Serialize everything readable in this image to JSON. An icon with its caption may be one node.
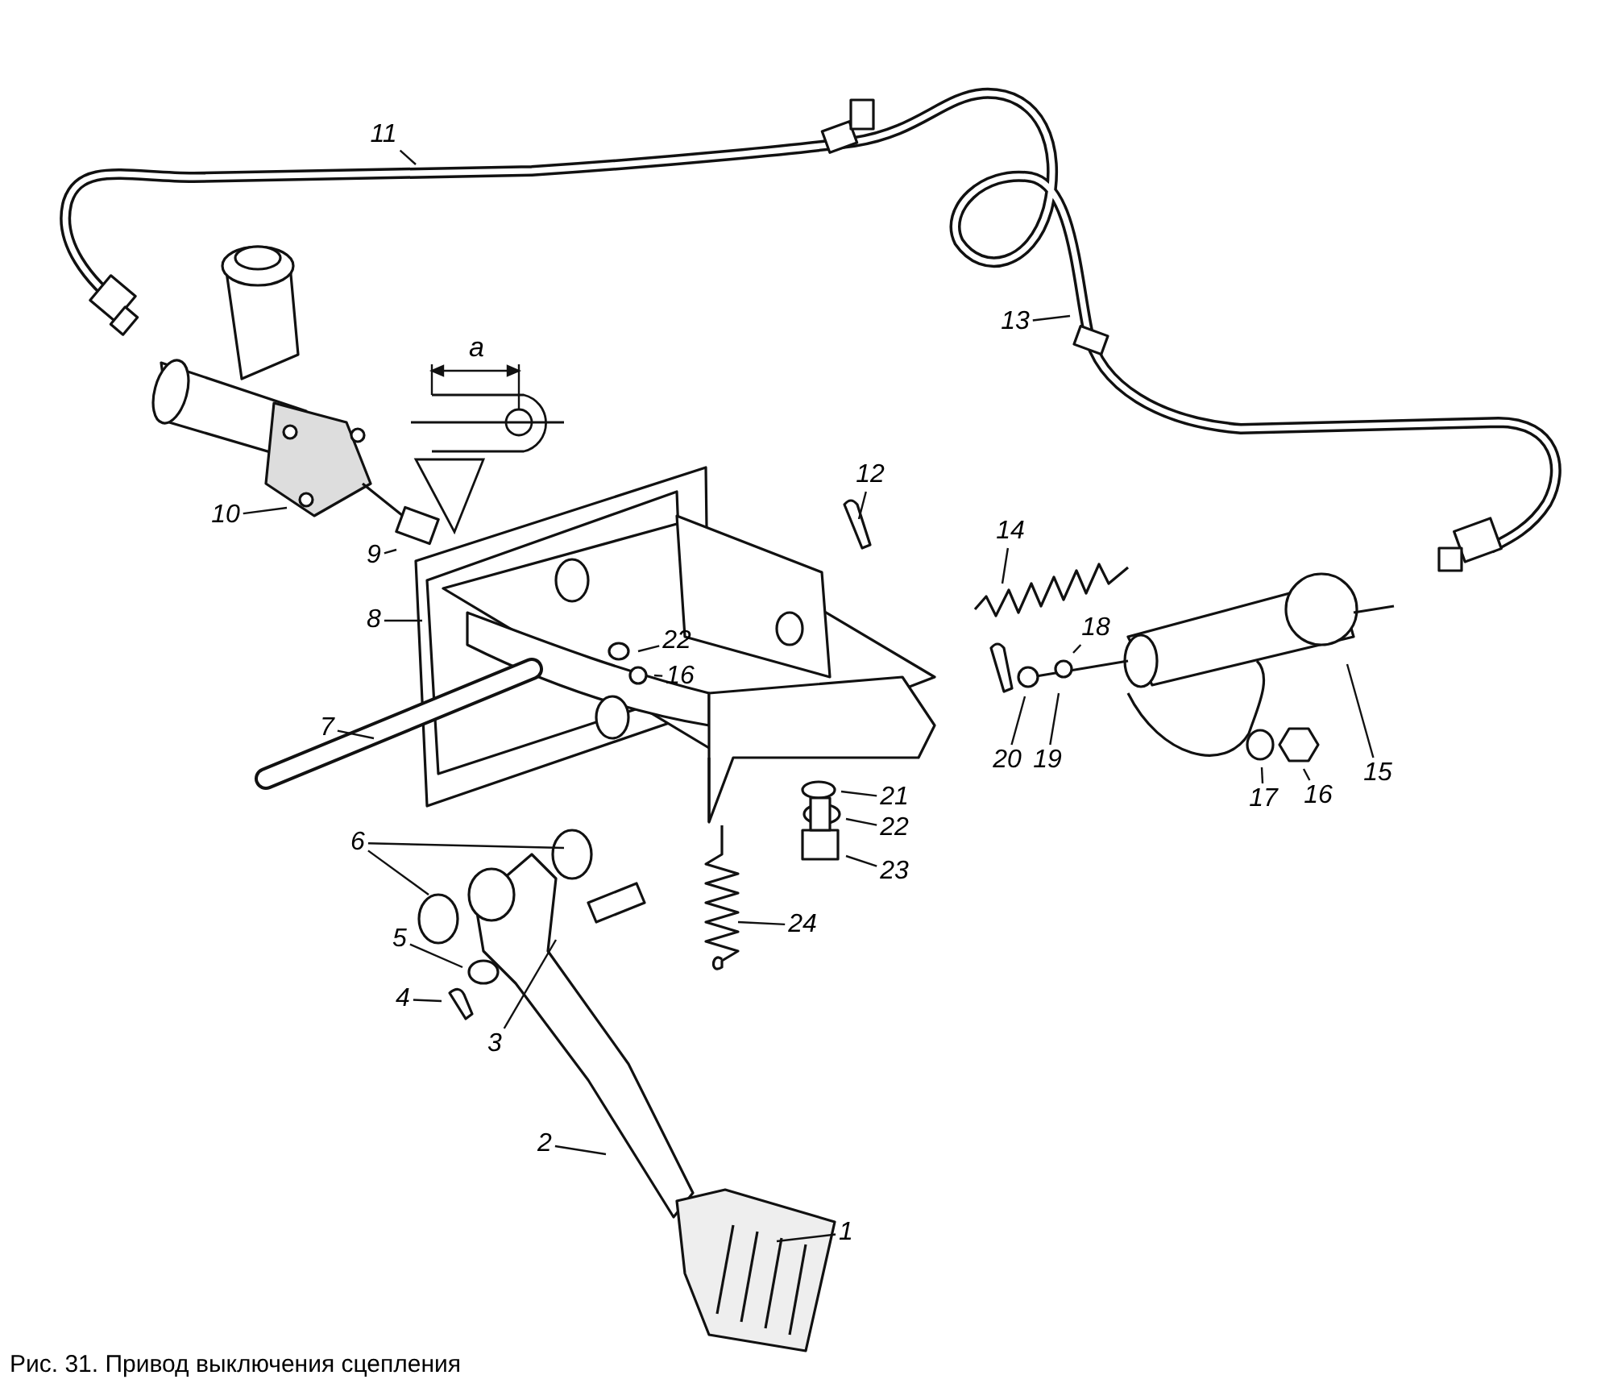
{
  "diagram": {
    "caption": "Рис. 31. Привод выключения сцепления",
    "nodes": [
      {
        "text": [
          "11"
        ]
      },
      {
        "text": [
          "13"
        ]
      },
      {
        "text": [
          "12"
        ]
      },
      {
        "text": [
          "10"
        ]
      },
      {
        "text": [
          "14"
        ]
      },
      {
        "text": [
          "9"
        ]
      },
      {
        "text": [
          "8"
        ]
      },
      {
        "text": [
          "18"
        ]
      },
      {
        "text": [
          "22"
        ]
      },
      {
        "text": [
          "16"
        ]
      },
      {
        "text": [
          "7"
        ]
      },
      {
        "text": [
          "21"
        ]
      },
      {
        "text": [
          "15"
        ]
      },
      {
        "text": [
          "20"
        ]
      },
      {
        "text": [
          "19"
        ]
      },
      {
        "text": [
          "17"
        ]
      },
      {
        "text": [
          "16"
        ]
      },
      {
        "text": [
          "22"
        ]
      },
      {
        "text": [
          "23"
        ]
      },
      {
        "text": [
          "6"
        ]
      },
      {
        "text": [
          "24"
        ]
      },
      {
        "text": [
          "5"
        ]
      },
      {
        "text": [
          "4"
        ]
      },
      {
        "text": [
          "3"
        ]
      },
      {
        "text": [
          "2"
        ]
      },
      {
        "text": [
          "1"
        ]
      }
    ],
    "edges": [
      {
        "from": 0,
        "to": null,
        "arrow": "none"
      },
      {
        "from": 1,
        "to": null,
        "arrow": "none"
      },
      {
        "from": 2,
        "to": null,
        "arrow": "none"
      },
      {
        "from": 3,
        "to": null,
        "arrow": "none"
      },
      {
        "from": 4,
        "to": null,
        "arrow": "none"
      },
      {
        "from": 5,
        "to": null,
        "arrow": "none"
      },
      {
        "from": 6,
        "to": null,
        "arrow": "none"
      },
      {
        "from": 7,
        "to": null,
        "arrow": "none"
      },
      {
        "from": 8,
        "to": null,
        "arrow": "none"
      },
      {
        "from": 9,
        "to": null,
        "arrow": "none"
      },
      {
        "from": 10,
        "to": null,
        "arrow": "none"
      },
      {
        "from": 11,
        "to": null,
        "arrow": "none"
      },
      {
        "from": 12,
        "to": null,
        "arrow": "none"
      },
      {
        "from": 13,
        "to": null,
        "arrow": "none"
      },
      {
        "from": 14,
        "to": null,
        "arrow": "none"
      },
      {
        "from": 15,
        "to": null,
        "arrow": "none"
      },
      {
        "from": 16,
        "to": null,
        "arrow": "none"
      },
      {
        "from": 17,
        "to": null,
        "arrow": "none"
      },
      {
        "from": 18,
        "to": null,
        "arrow": "none"
      },
      {
        "from": 19,
        "to": null,
        "arrow": "none"
      },
      {
        "from": 19,
        "to": null,
        "arrow": "none"
      },
      {
        "from": 20,
        "to": null,
        "arrow": "none"
      },
      {
        "from": 21,
        "to": null,
        "arrow": "none"
      },
      {
        "from": 22,
        "to": null,
        "arrow": "none"
      },
      {
        "from": 23,
        "to": null,
        "arrow": "none"
      },
      {
        "from": 24,
        "to": null,
        "arrow": "none"
      },
      {
        "from": 25,
        "to": null,
        "arrow": "none"
      }
    ],
    "labels": [
      "a"
    ]
  }
}
